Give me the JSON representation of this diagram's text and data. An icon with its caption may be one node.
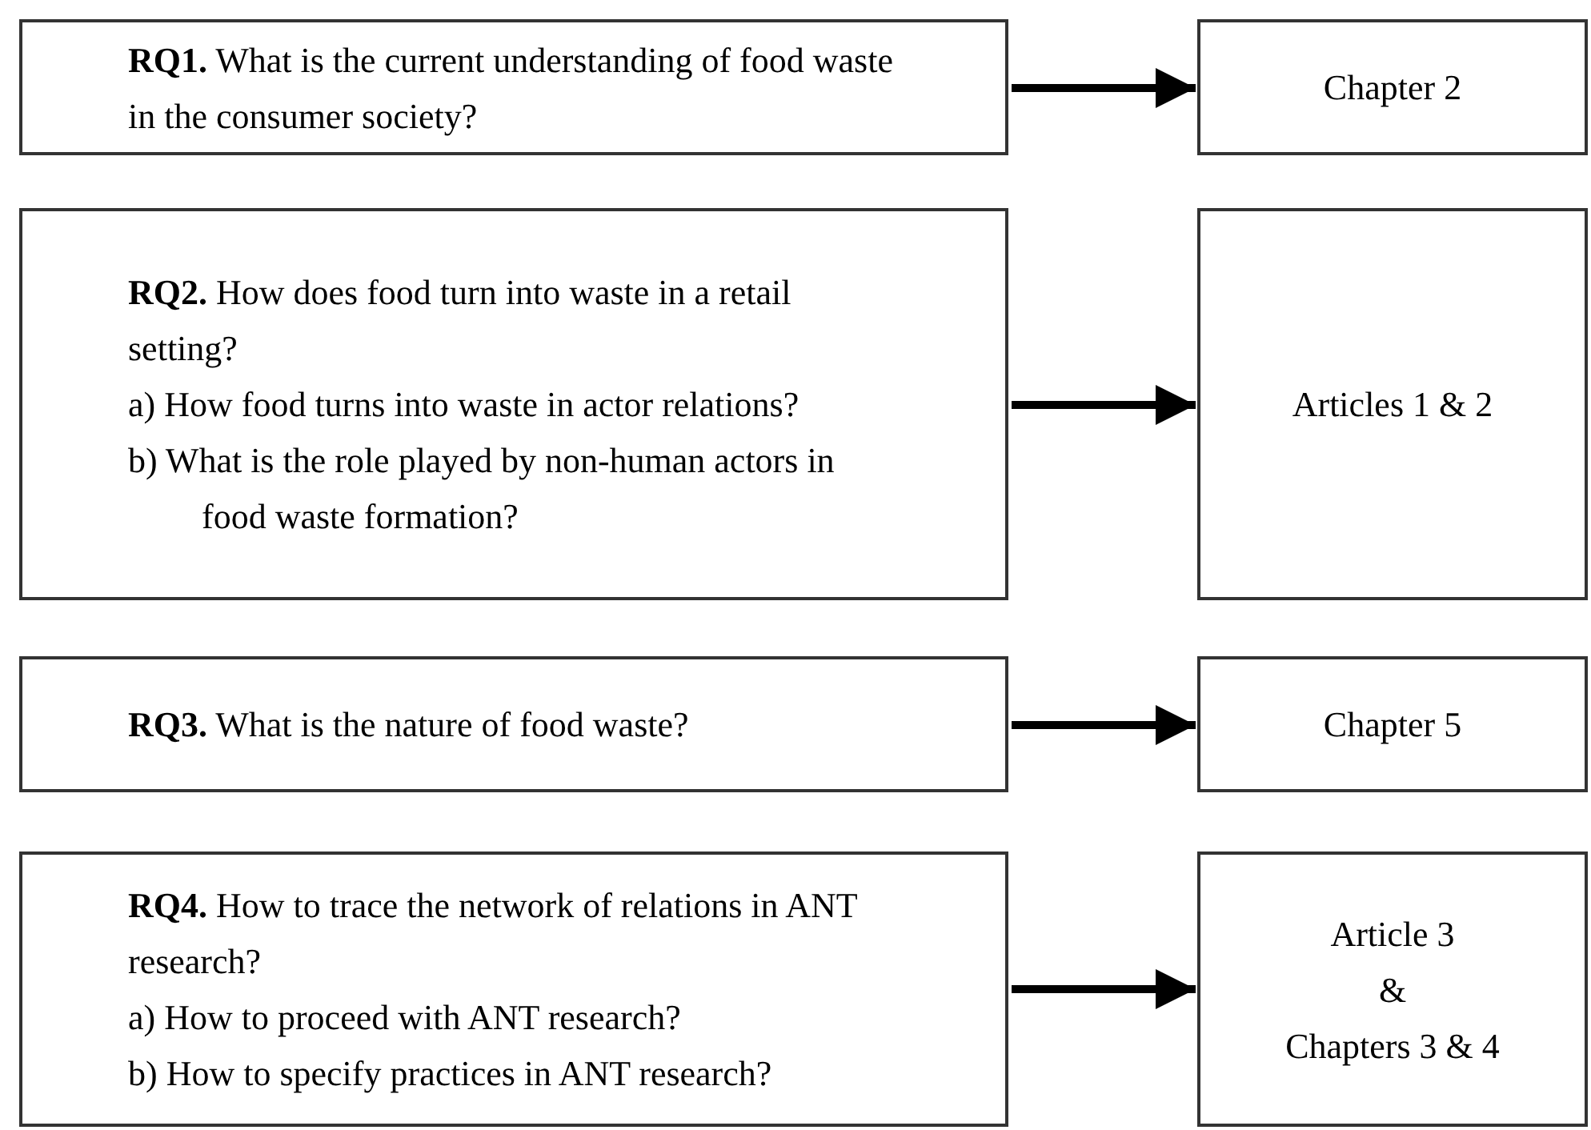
{
  "diagram": {
    "nodes": [
      {
        "text": [
          "**RQ1.** What is the current understanding of food waste in the consumer society?"
        ]
      },
      {
        "text": [
          "Chapter 2"
        ]
      },
      {
        "text": [
          "**RQ2.** How does food turn into waste in a retail setting?",
          "a) How food turns into waste in actor relations?",
          "b) What is the role played by non-human actors in food waste formation?"
        ]
      },
      {
        "text": [
          "Articles 1 & 2"
        ]
      },
      {
        "text": [
          "**RQ3.** What is the nature of food waste?"
        ]
      },
      {
        "text": [
          "Chapter 5"
        ]
      },
      {
        "text": [
          "**RQ4.** How to trace the network of relations in ANT research?",
          "a) How to proceed with ANT research?",
          "b) How to specify practices in ANT research?"
        ]
      },
      {
        "text": [
          "Article 3",
          "&",
          "Chapters 3 & 4"
        ]
      }
    ],
    "edges": [
      {
        "from": 0,
        "to": 1,
        "arrow": "to"
      },
      {
        "from": 2,
        "to": 3,
        "arrow": "to"
      },
      {
        "from": 4,
        "to": 5,
        "arrow": "to"
      },
      {
        "from": 6,
        "to": 7,
        "arrow": "to"
      }
    ]
  }
}
